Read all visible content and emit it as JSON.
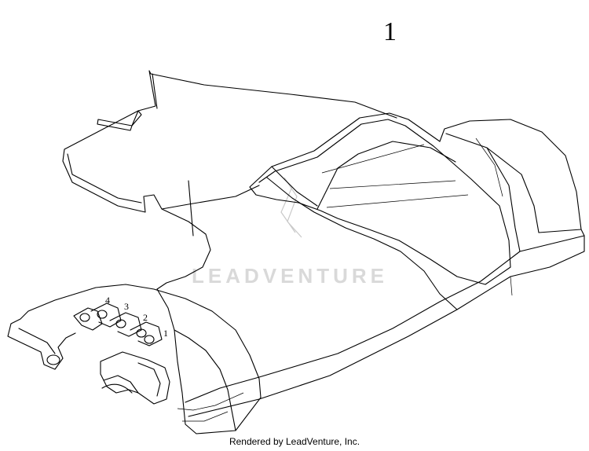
{
  "diagram": {
    "part_number": "1",
    "credit": "Rendered by LeadVenture, Inc.",
    "watermark": "LEADVENTURE",
    "slot_labels": [
      "1",
      "2",
      "3",
      "4"
    ]
  }
}
